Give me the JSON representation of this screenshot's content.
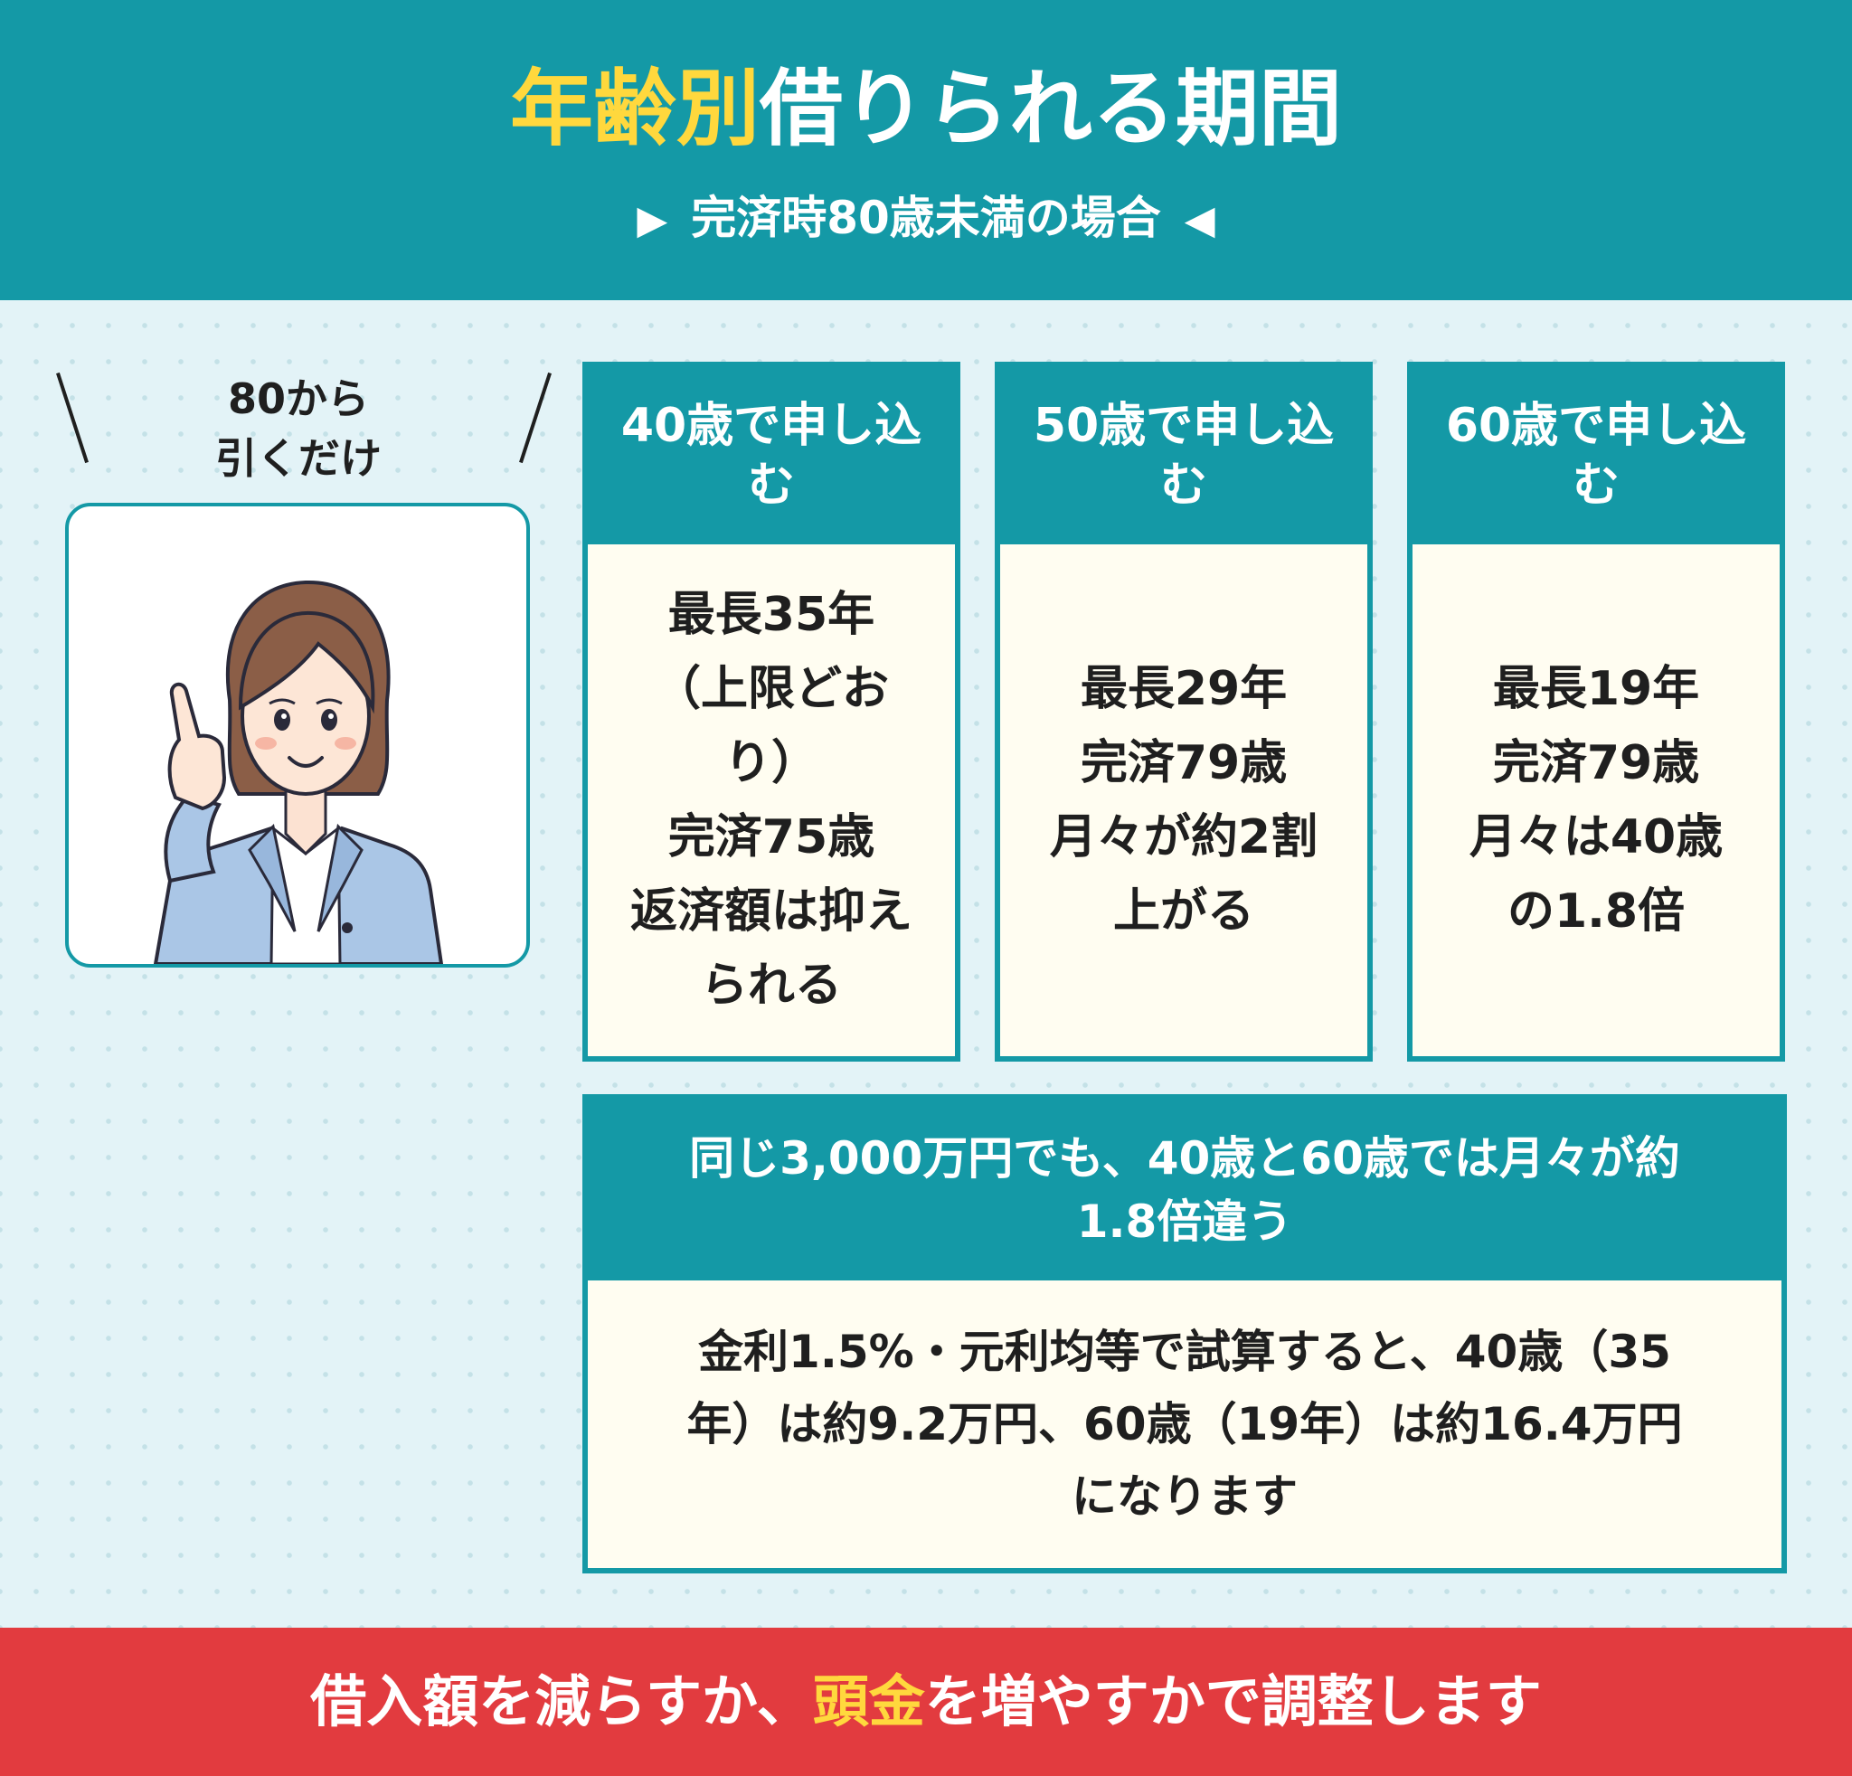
{
  "header": {
    "title_highlight": "年齢別",
    "title_rest": "借りられる期間",
    "subtitle_left_arrow": "▶",
    "subtitle": "完済時80歳未満の場合",
    "subtitle_right_arrow": "◀"
  },
  "callout": {
    "line1": "80から",
    "line2": "引くだけ",
    "avatar_icon": "businesswoman-pointing-icon"
  },
  "cards": [
    {
      "head_line1": "40歳で申し込",
      "head_line2": "む",
      "body_lines": [
        "最長35年",
        "（上限どお",
        "り）",
        "完済75歳",
        "返済額は抑え",
        "られる"
      ]
    },
    {
      "head_line1": "50歳で申し込",
      "head_line2": "む",
      "body_lines": [
        "最長29年",
        "完済79歳",
        "月々が約2割",
        "上がる"
      ]
    },
    {
      "head_line1": "60歳で申し込",
      "head_line2": "む",
      "body_lines": [
        "最長19年",
        "完済79歳",
        "月々は40歳",
        "の1.8倍"
      ]
    }
  ],
  "summary": {
    "head_line1": "同じ3,000万円でも、40歳と60歳では月々が約",
    "head_line2": "1.8倍違う",
    "body_line1": "金利1.5%・元利均等で試算すると、40歳（35",
    "body_line2": "年）は約9.2万円、60歳（19年）は約16.4万円",
    "body_line3": "になります"
  },
  "footer": {
    "text_before": "借入額を減らすか、",
    "text_highlight": "頭金",
    "text_after": "を増やすかで調整します"
  },
  "colors": {
    "teal": "#1499a6",
    "yellow": "#ffd83d",
    "red": "#e23b3f",
    "card_bg": "#fffdf1",
    "page_bg": "#e3f3f7"
  }
}
